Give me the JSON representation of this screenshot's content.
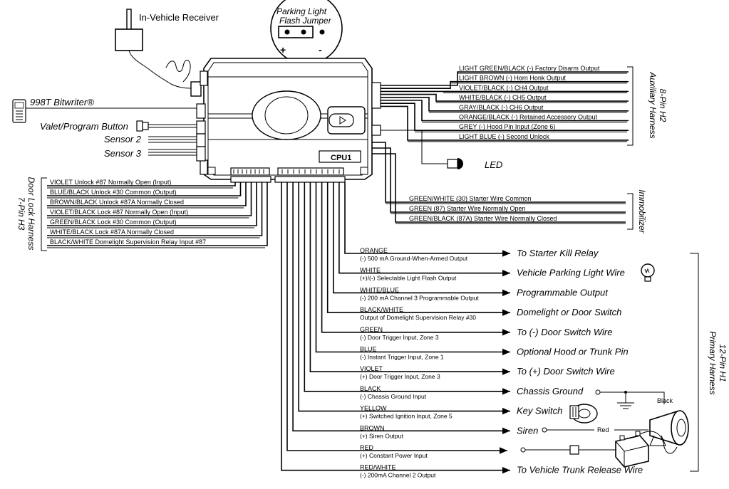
{
  "receiver": {
    "label": "In-Vehicle Receiver"
  },
  "jumper": {
    "title_line1": "Parking Light",
    "title_line2": "Flash Jumper",
    "plus": "+",
    "minus": "-"
  },
  "left_devices": {
    "bitwriter": "998T Bitwriter®",
    "valet": "Valet/Program Button",
    "sensor2": "Sensor 2",
    "sensor3": "Sensor 3"
  },
  "module": {
    "label": "CPU1"
  },
  "led": {
    "label": "LED"
  },
  "h2": {
    "title_line1": "8-Pin H2",
    "title_line2": "Auxiliary Harness",
    "wires": [
      "LIGHT GREEN/BLACK  (-) Factory Disarm Output",
      "LIGHT BROWN  (-) Horn Honk Output",
      "VIOLET/BLACK  (-) CH4 Output",
      "WHITE/BLACK  (-) CH5 Output",
      "GRAY/BLACK  (-) CH6 Output",
      "ORANGE/BLACK  (-) Retained Accessory Output",
      "GREY  (-) Hood Pin Input (Zone 6)",
      "LIGHT BLUE  (-) Second Unlock"
    ]
  },
  "h3": {
    "title_line1": "7-Pin H3",
    "title_line2": "Door Lock Harness",
    "wires": [
      "VIOLET     Unlock #87 Normally Open (Input)",
      "BLUE/BLACK     Unlock #30 Common (Output)",
      "BROWN/BLACK    Unlock #87A Normally Closed",
      "VIOLET/BLACK   Lock #87 Normally Open (Input)",
      "GREEN/BLACK    Lock #30 Common (Output)",
      "WHITE/BLACK    Lock #87A Normally Closed",
      "BLACK/WHITE    Domelight Supervision Relay Input #87"
    ]
  },
  "immobilizer": {
    "title": "Immobilizer",
    "wires": [
      "GREEN/WHITE  (30) Starter Wire Common",
      "GREEN  (87) Starter Wire Normally Open",
      "GREEN/BLACK  (87A) Starter Wire Normally Closed"
    ]
  },
  "h1": {
    "title_line1": "12-Pin H1",
    "title_line2": "Primary Harness",
    "wires": [
      {
        "color": "ORANGE",
        "desc": "(-) 500 mA Ground-When-Armed Output",
        "dest": "To Starter Kill Relay"
      },
      {
        "color": "WHITE",
        "desc": "(+)/(-) Selectable Light Flash Output",
        "dest": "Vehicle Parking Light Wire"
      },
      {
        "color": "WHITE/BLUE",
        "desc": "(-) 200 mA Channel 3 Programmable Output",
        "dest": "Programmable Output"
      },
      {
        "color": "BLACK/WHITE",
        "desc": "Output of Domelight Supervision Relay #30",
        "dest": "Domelight or Door Switch"
      },
      {
        "color": "GREEN",
        "desc": "(-) Door Trigger Input, Zone 3",
        "dest": "To (-) Door Switch Wire"
      },
      {
        "color": "BLUE",
        "desc": "(-) Instant Trigger Input, Zone 1",
        "dest": "Optional Hood or Trunk Pin"
      },
      {
        "color": "VIOLET",
        "desc": "(+) Door Trigger Input, Zone 3",
        "dest": "To (+) Door Switch Wire"
      },
      {
        "color": "BLACK",
        "desc": "(-) Chassis Ground Input",
        "dest": "Chassis Ground"
      },
      {
        "color": "YELLOW",
        "desc": "(+) Switched Ignition Input, Zone 5",
        "dest": "Key Switch"
      },
      {
        "color": "BROWN",
        "desc": "(+) Siren Output",
        "dest": "Siren"
      },
      {
        "color": "RED",
        "desc": "(+) Constant Power Input",
        "dest": ""
      },
      {
        "color": "RED/WHITE",
        "desc": "(-) 200mA Channel 2 Output",
        "dest": "To Vehicle Trunk Release Wire"
      }
    ],
    "siren_labels": {
      "black": "Black",
      "red": "Red"
    }
  }
}
